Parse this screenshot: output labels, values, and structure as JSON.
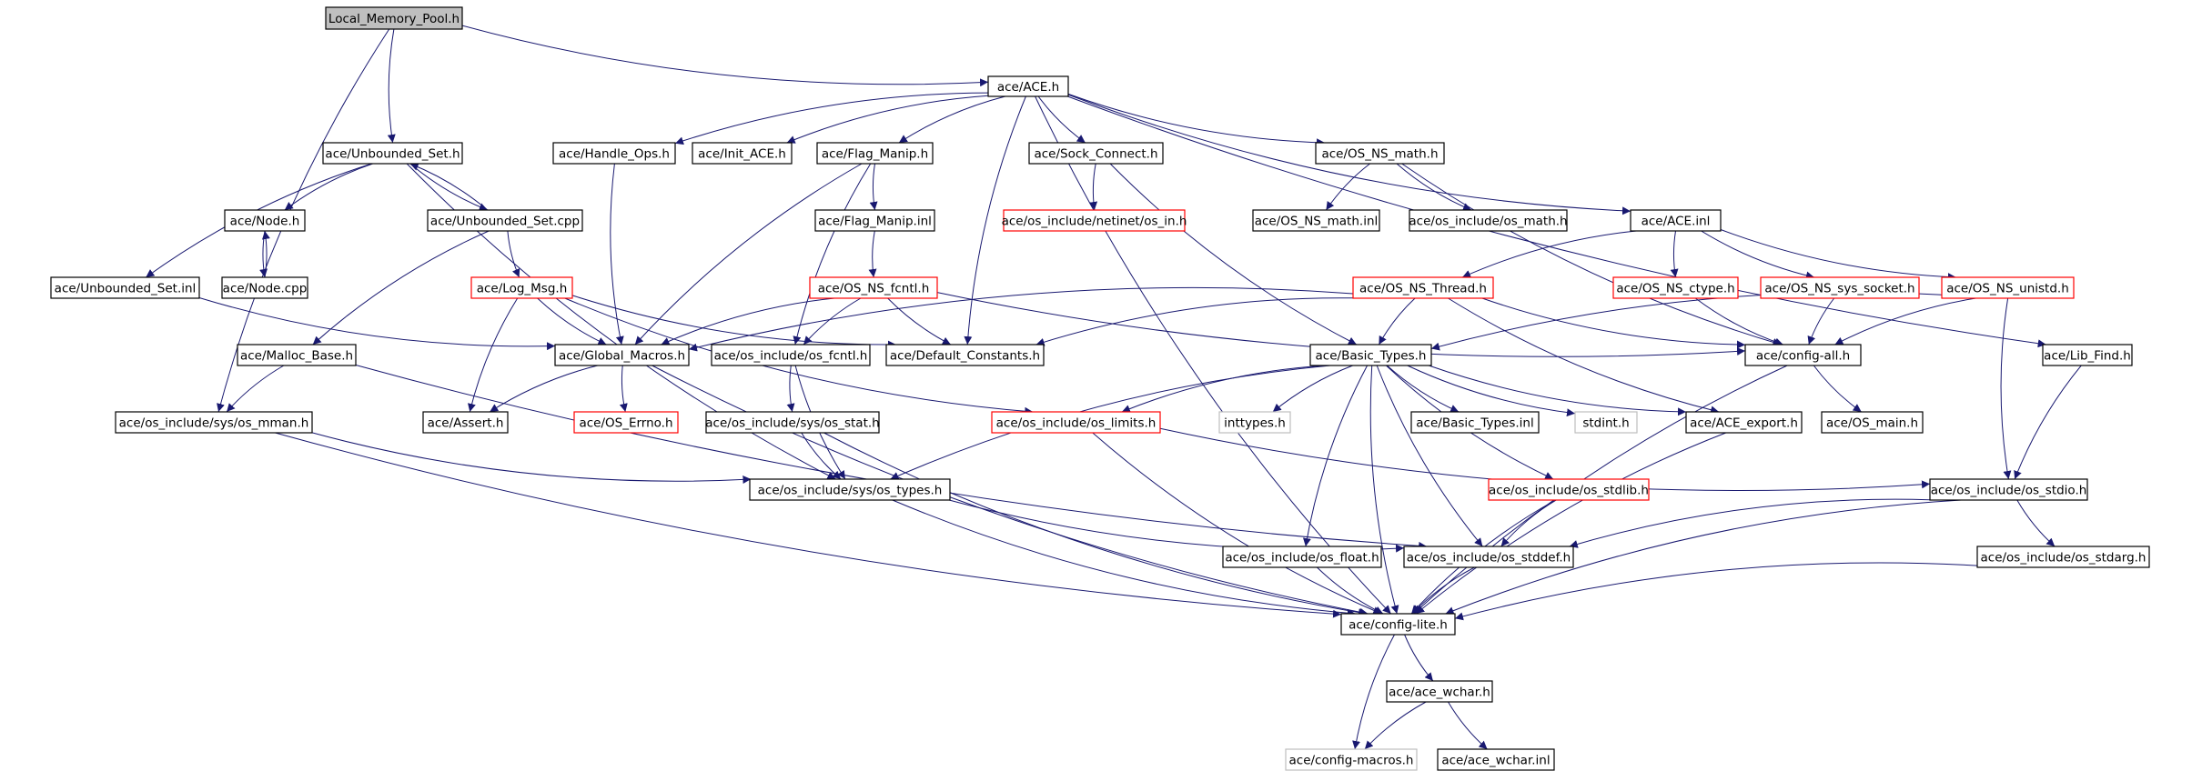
{
  "diagram": {
    "colors": {
      "edge": "#191970",
      "box_normal": "#000000",
      "box_incomplete": "#ff0000",
      "box_external": "#bfbfbf",
      "box_root_fill": "#bfbfbf",
      "text": "#000000"
    },
    "nodes": [
      {
        "id": "root",
        "label": "Local_Memory_Pool.h",
        "kind": "root"
      },
      {
        "id": "ace_h",
        "label": "ace/ACE.h",
        "kind": "normal"
      },
      {
        "id": "unb_set_h",
        "label": "ace/Unbounded_Set.h",
        "kind": "normal"
      },
      {
        "id": "handle_ops",
        "label": "ace/Handle_Ops.h",
        "kind": "normal"
      },
      {
        "id": "init_ace",
        "label": "ace/Init_ACE.h",
        "kind": "normal"
      },
      {
        "id": "flag_manip_h",
        "label": "ace/Flag_Manip.h",
        "kind": "normal"
      },
      {
        "id": "sock_connect",
        "label": "ace/Sock_Connect.h",
        "kind": "normal"
      },
      {
        "id": "os_ns_math_h",
        "label": "ace/OS_NS_math.h",
        "kind": "normal"
      },
      {
        "id": "node_h",
        "label": "ace/Node.h",
        "kind": "normal"
      },
      {
        "id": "unb_set_cpp",
        "label": "ace/Unbounded_Set.cpp",
        "kind": "normal"
      },
      {
        "id": "flag_manip_inl",
        "label": "ace/Flag_Manip.inl",
        "kind": "normal"
      },
      {
        "id": "netinet_in",
        "label": "ace/os_include/netinet/os_in.h",
        "kind": "incomplete"
      },
      {
        "id": "os_ns_math_inl",
        "label": "ace/OS_NS_math.inl",
        "kind": "normal"
      },
      {
        "id": "os_math",
        "label": "ace/os_include/os_math.h",
        "kind": "normal"
      },
      {
        "id": "ace_inl",
        "label": "ace/ACE.inl",
        "kind": "normal"
      },
      {
        "id": "unb_set_inl",
        "label": "ace/Unbounded_Set.inl",
        "kind": "normal"
      },
      {
        "id": "node_cpp",
        "label": "ace/Node.cpp",
        "kind": "normal"
      },
      {
        "id": "log_msg",
        "label": "ace/Log_Msg.h",
        "kind": "incomplete"
      },
      {
        "id": "os_ns_fcntl",
        "label": "ace/OS_NS_fcntl.h",
        "kind": "incomplete"
      },
      {
        "id": "os_ns_thread",
        "label": "ace/OS_NS_Thread.h",
        "kind": "incomplete"
      },
      {
        "id": "os_ns_ctype",
        "label": "ace/OS_NS_ctype.h",
        "kind": "incomplete"
      },
      {
        "id": "os_ns_sys_socket",
        "label": "ace/OS_NS_sys_socket.h",
        "kind": "incomplete"
      },
      {
        "id": "os_ns_unistd",
        "label": "ace/OS_NS_unistd.h",
        "kind": "incomplete"
      },
      {
        "id": "malloc_base",
        "label": "ace/Malloc_Base.h",
        "kind": "normal"
      },
      {
        "id": "global_macros",
        "label": "ace/Global_Macros.h",
        "kind": "normal"
      },
      {
        "id": "os_fcntl",
        "label": "ace/os_include/os_fcntl.h",
        "kind": "normal"
      },
      {
        "id": "default_constants",
        "label": "ace/Default_Constants.h",
        "kind": "normal"
      },
      {
        "id": "basic_types_h",
        "label": "ace/Basic_Types.h",
        "kind": "normal"
      },
      {
        "id": "config_all",
        "label": "ace/config-all.h",
        "kind": "normal"
      },
      {
        "id": "lib_find",
        "label": "ace/Lib_Find.h",
        "kind": "normal"
      },
      {
        "id": "sys_os_mman",
        "label": "ace/os_include/sys/os_mman.h",
        "kind": "normal"
      },
      {
        "id": "assert_h",
        "label": "ace/Assert.h",
        "kind": "normal"
      },
      {
        "id": "os_errno",
        "label": "ace/OS_Errno.h",
        "kind": "incomplete"
      },
      {
        "id": "sys_os_stat",
        "label": "ace/os_include/sys/os_stat.h",
        "kind": "normal"
      },
      {
        "id": "os_limits",
        "label": "ace/os_include/os_limits.h",
        "kind": "incomplete"
      },
      {
        "id": "inttypes",
        "label": "inttypes.h",
        "kind": "external"
      },
      {
        "id": "basic_types_inl",
        "label": "ace/Basic_Types.inl",
        "kind": "normal"
      },
      {
        "id": "stdint",
        "label": "stdint.h",
        "kind": "external"
      },
      {
        "id": "ace_export",
        "label": "ace/ACE_export.h",
        "kind": "normal"
      },
      {
        "id": "os_main",
        "label": "ace/OS_main.h",
        "kind": "normal"
      },
      {
        "id": "sys_os_types",
        "label": "ace/os_include/sys/os_types.h",
        "kind": "normal"
      },
      {
        "id": "os_stdlib",
        "label": "ace/os_include/os_stdlib.h",
        "kind": "incomplete"
      },
      {
        "id": "os_stdio",
        "label": "ace/os_include/os_stdio.h",
        "kind": "normal"
      },
      {
        "id": "os_float",
        "label": "ace/os_include/os_float.h",
        "kind": "normal"
      },
      {
        "id": "os_stddef",
        "label": "ace/os_include/os_stddef.h",
        "kind": "normal"
      },
      {
        "id": "os_stdarg",
        "label": "ace/os_include/os_stdarg.h",
        "kind": "normal"
      },
      {
        "id": "config_lite",
        "label": "ace/config-lite.h",
        "kind": "normal"
      },
      {
        "id": "ace_wchar_h",
        "label": "ace/ace_wchar.h",
        "kind": "normal"
      },
      {
        "id": "config_macros",
        "label": "ace/config-macros.h",
        "kind": "external"
      },
      {
        "id": "ace_wchar_inl",
        "label": "ace/ace_wchar.inl",
        "kind": "normal"
      }
    ],
    "edges": [
      [
        "root",
        "ace_h"
      ],
      [
        "root",
        "unb_set_h"
      ],
      [
        "root",
        "sys_os_mman"
      ],
      [
        "ace_h",
        "handle_ops"
      ],
      [
        "ace_h",
        "init_ace"
      ],
      [
        "ace_h",
        "flag_manip_h"
      ],
      [
        "ace_h",
        "sock_connect"
      ],
      [
        "ace_h",
        "os_ns_math_h"
      ],
      [
        "ace_h",
        "ace_inl"
      ],
      [
        "ace_h",
        "default_constants"
      ],
      [
        "ace_h",
        "lib_find"
      ],
      [
        "ace_h",
        "config_lite"
      ],
      [
        "unb_set_h",
        "node_h"
      ],
      [
        "unb_set_h",
        "unb_set_cpp"
      ],
      [
        "unb_set_h",
        "unb_set_inl"
      ],
      [
        "unb_set_h",
        "sys_os_types"
      ],
      [
        "unb_set_cpp",
        "unb_set_h"
      ],
      [
        "unb_set_cpp",
        "log_msg"
      ],
      [
        "unb_set_cpp",
        "malloc_base"
      ],
      [
        "node_h",
        "node_cpp"
      ],
      [
        "node_cpp",
        "node_h"
      ],
      [
        "unb_set_inl",
        "global_macros"
      ],
      [
        "handle_ops",
        "global_macros"
      ],
      [
        "flag_manip_h",
        "flag_manip_inl"
      ],
      [
        "flag_manip_h",
        "global_macros"
      ],
      [
        "flag_manip_h",
        "os_fcntl"
      ],
      [
        "flag_manip_inl",
        "os_ns_fcntl"
      ],
      [
        "sock_connect",
        "netinet_in"
      ],
      [
        "sock_connect",
        "basic_types_h"
      ],
      [
        "os_ns_math_h",
        "os_ns_math_inl"
      ],
      [
        "os_ns_math_h",
        "os_math"
      ],
      [
        "os_ns_math_h",
        "config_all"
      ],
      [
        "ace_inl",
        "os_ns_thread"
      ],
      [
        "ace_inl",
        "os_ns_ctype"
      ],
      [
        "ace_inl",
        "os_ns_sys_socket"
      ],
      [
        "ace_inl",
        "os_ns_unistd"
      ],
      [
        "log_msg",
        "global_macros"
      ],
      [
        "log_msg",
        "default_constants"
      ],
      [
        "log_msg",
        "assert_h"
      ],
      [
        "log_msg",
        "os_limits"
      ],
      [
        "os_ns_fcntl",
        "global_macros"
      ],
      [
        "os_ns_fcntl",
        "os_fcntl"
      ],
      [
        "os_ns_fcntl",
        "default_constants"
      ],
      [
        "os_ns_fcntl",
        "config_all"
      ],
      [
        "os_ns_thread",
        "global_macros"
      ],
      [
        "os_ns_thread",
        "default_constants"
      ],
      [
        "os_ns_thread",
        "basic_types_h"
      ],
      [
        "os_ns_thread",
        "config_all"
      ],
      [
        "os_ns_thread",
        "ace_export"
      ],
      [
        "os_ns_ctype",
        "config_all"
      ],
      [
        "os_ns_sys_socket",
        "config_all"
      ],
      [
        "os_ns_unistd",
        "config_all"
      ],
      [
        "os_ns_unistd",
        "basic_types_h"
      ],
      [
        "os_ns_unistd",
        "os_stdio"
      ],
      [
        "malloc_base",
        "sys_os_mman"
      ],
      [
        "malloc_base",
        "os_stddef"
      ],
      [
        "global_macros",
        "assert_h"
      ],
      [
        "global_macros",
        "os_errno"
      ],
      [
        "global_macros",
        "config_lite"
      ],
      [
        "os_fcntl",
        "sys_os_stat"
      ],
      [
        "os_fcntl",
        "sys_os_types"
      ],
      [
        "basic_types_h",
        "os_limits"
      ],
      [
        "basic_types_h",
        "inttypes"
      ],
      [
        "basic_types_h",
        "basic_types_inl"
      ],
      [
        "basic_types_h",
        "stdint"
      ],
      [
        "basic_types_h",
        "ace_export"
      ],
      [
        "basic_types_h",
        "os_stdlib"
      ],
      [
        "basic_types_h",
        "os_float"
      ],
      [
        "basic_types_h",
        "os_stddef"
      ],
      [
        "basic_types_h",
        "sys_os_types"
      ],
      [
        "basic_types_h",
        "config_lite"
      ],
      [
        "config_all",
        "os_main"
      ],
      [
        "config_all",
        "config_lite"
      ],
      [
        "lib_find",
        "os_stdio"
      ],
      [
        "sys_os_mman",
        "sys_os_types"
      ],
      [
        "sys_os_mman",
        "config_lite"
      ],
      [
        "sys_os_stat",
        "sys_os_types"
      ],
      [
        "sys_os_stat",
        "config_lite"
      ],
      [
        "os_limits",
        "os_stdio"
      ],
      [
        "os_limits",
        "config_lite"
      ],
      [
        "ace_export",
        "config_lite"
      ],
      [
        "sys_os_types",
        "os_stddef"
      ],
      [
        "sys_os_types",
        "config_lite"
      ],
      [
        "os_stdlib",
        "os_stddef"
      ],
      [
        "os_stdlib",
        "config_lite"
      ],
      [
        "os_stdio",
        "os_stddef"
      ],
      [
        "os_stdio",
        "os_stdarg"
      ],
      [
        "os_stdio",
        "config_lite"
      ],
      [
        "os_float",
        "config_lite"
      ],
      [
        "os_stddef",
        "config_lite"
      ],
      [
        "os_stdarg",
        "config_lite"
      ],
      [
        "config_lite",
        "ace_wchar_h"
      ],
      [
        "config_lite",
        "config_macros"
      ],
      [
        "ace_wchar_h",
        "config_macros"
      ],
      [
        "ace_wchar_h",
        "ace_wchar_inl"
      ]
    ]
  }
}
